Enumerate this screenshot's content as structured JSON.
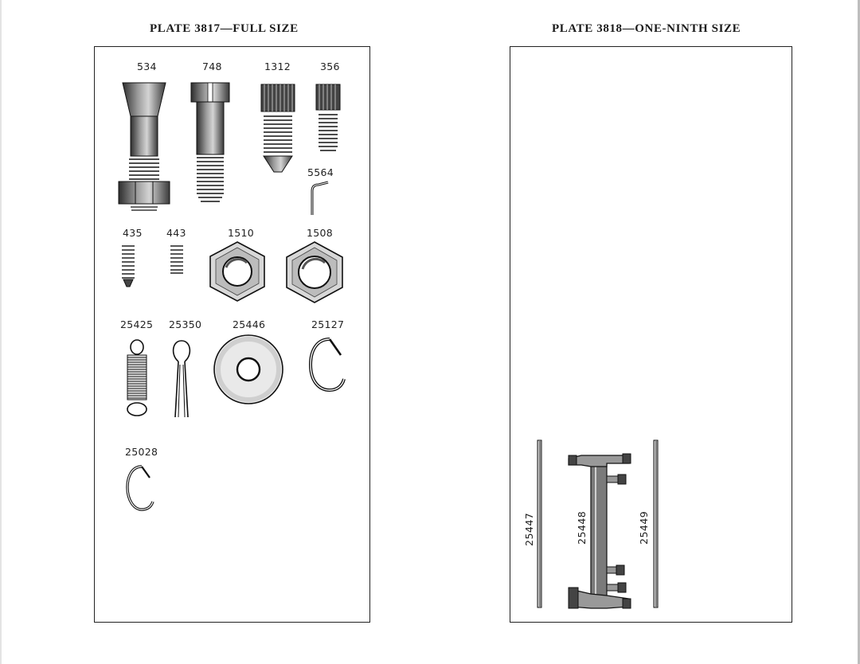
{
  "plates": {
    "left": {
      "title": "PLATE 3817—FULL SIZE",
      "parts": [
        "534",
        "748",
        "1312",
        "356",
        "5564",
        "435",
        "443",
        "1510",
        "1508",
        "25425",
        "25350",
        "25446",
        "25127",
        "25028"
      ]
    },
    "right": {
      "title": "PLATE 3818—ONE-NINTH SIZE",
      "parts": [
        "25447",
        "25448",
        "25449"
      ]
    }
  },
  "colors": {
    "ink": "#1a1a1a",
    "metal_dark": "#3a3a3a",
    "metal_mid": "#8c8c8c",
    "metal_light": "#cfcfcf",
    "paper": "#ffffff"
  }
}
